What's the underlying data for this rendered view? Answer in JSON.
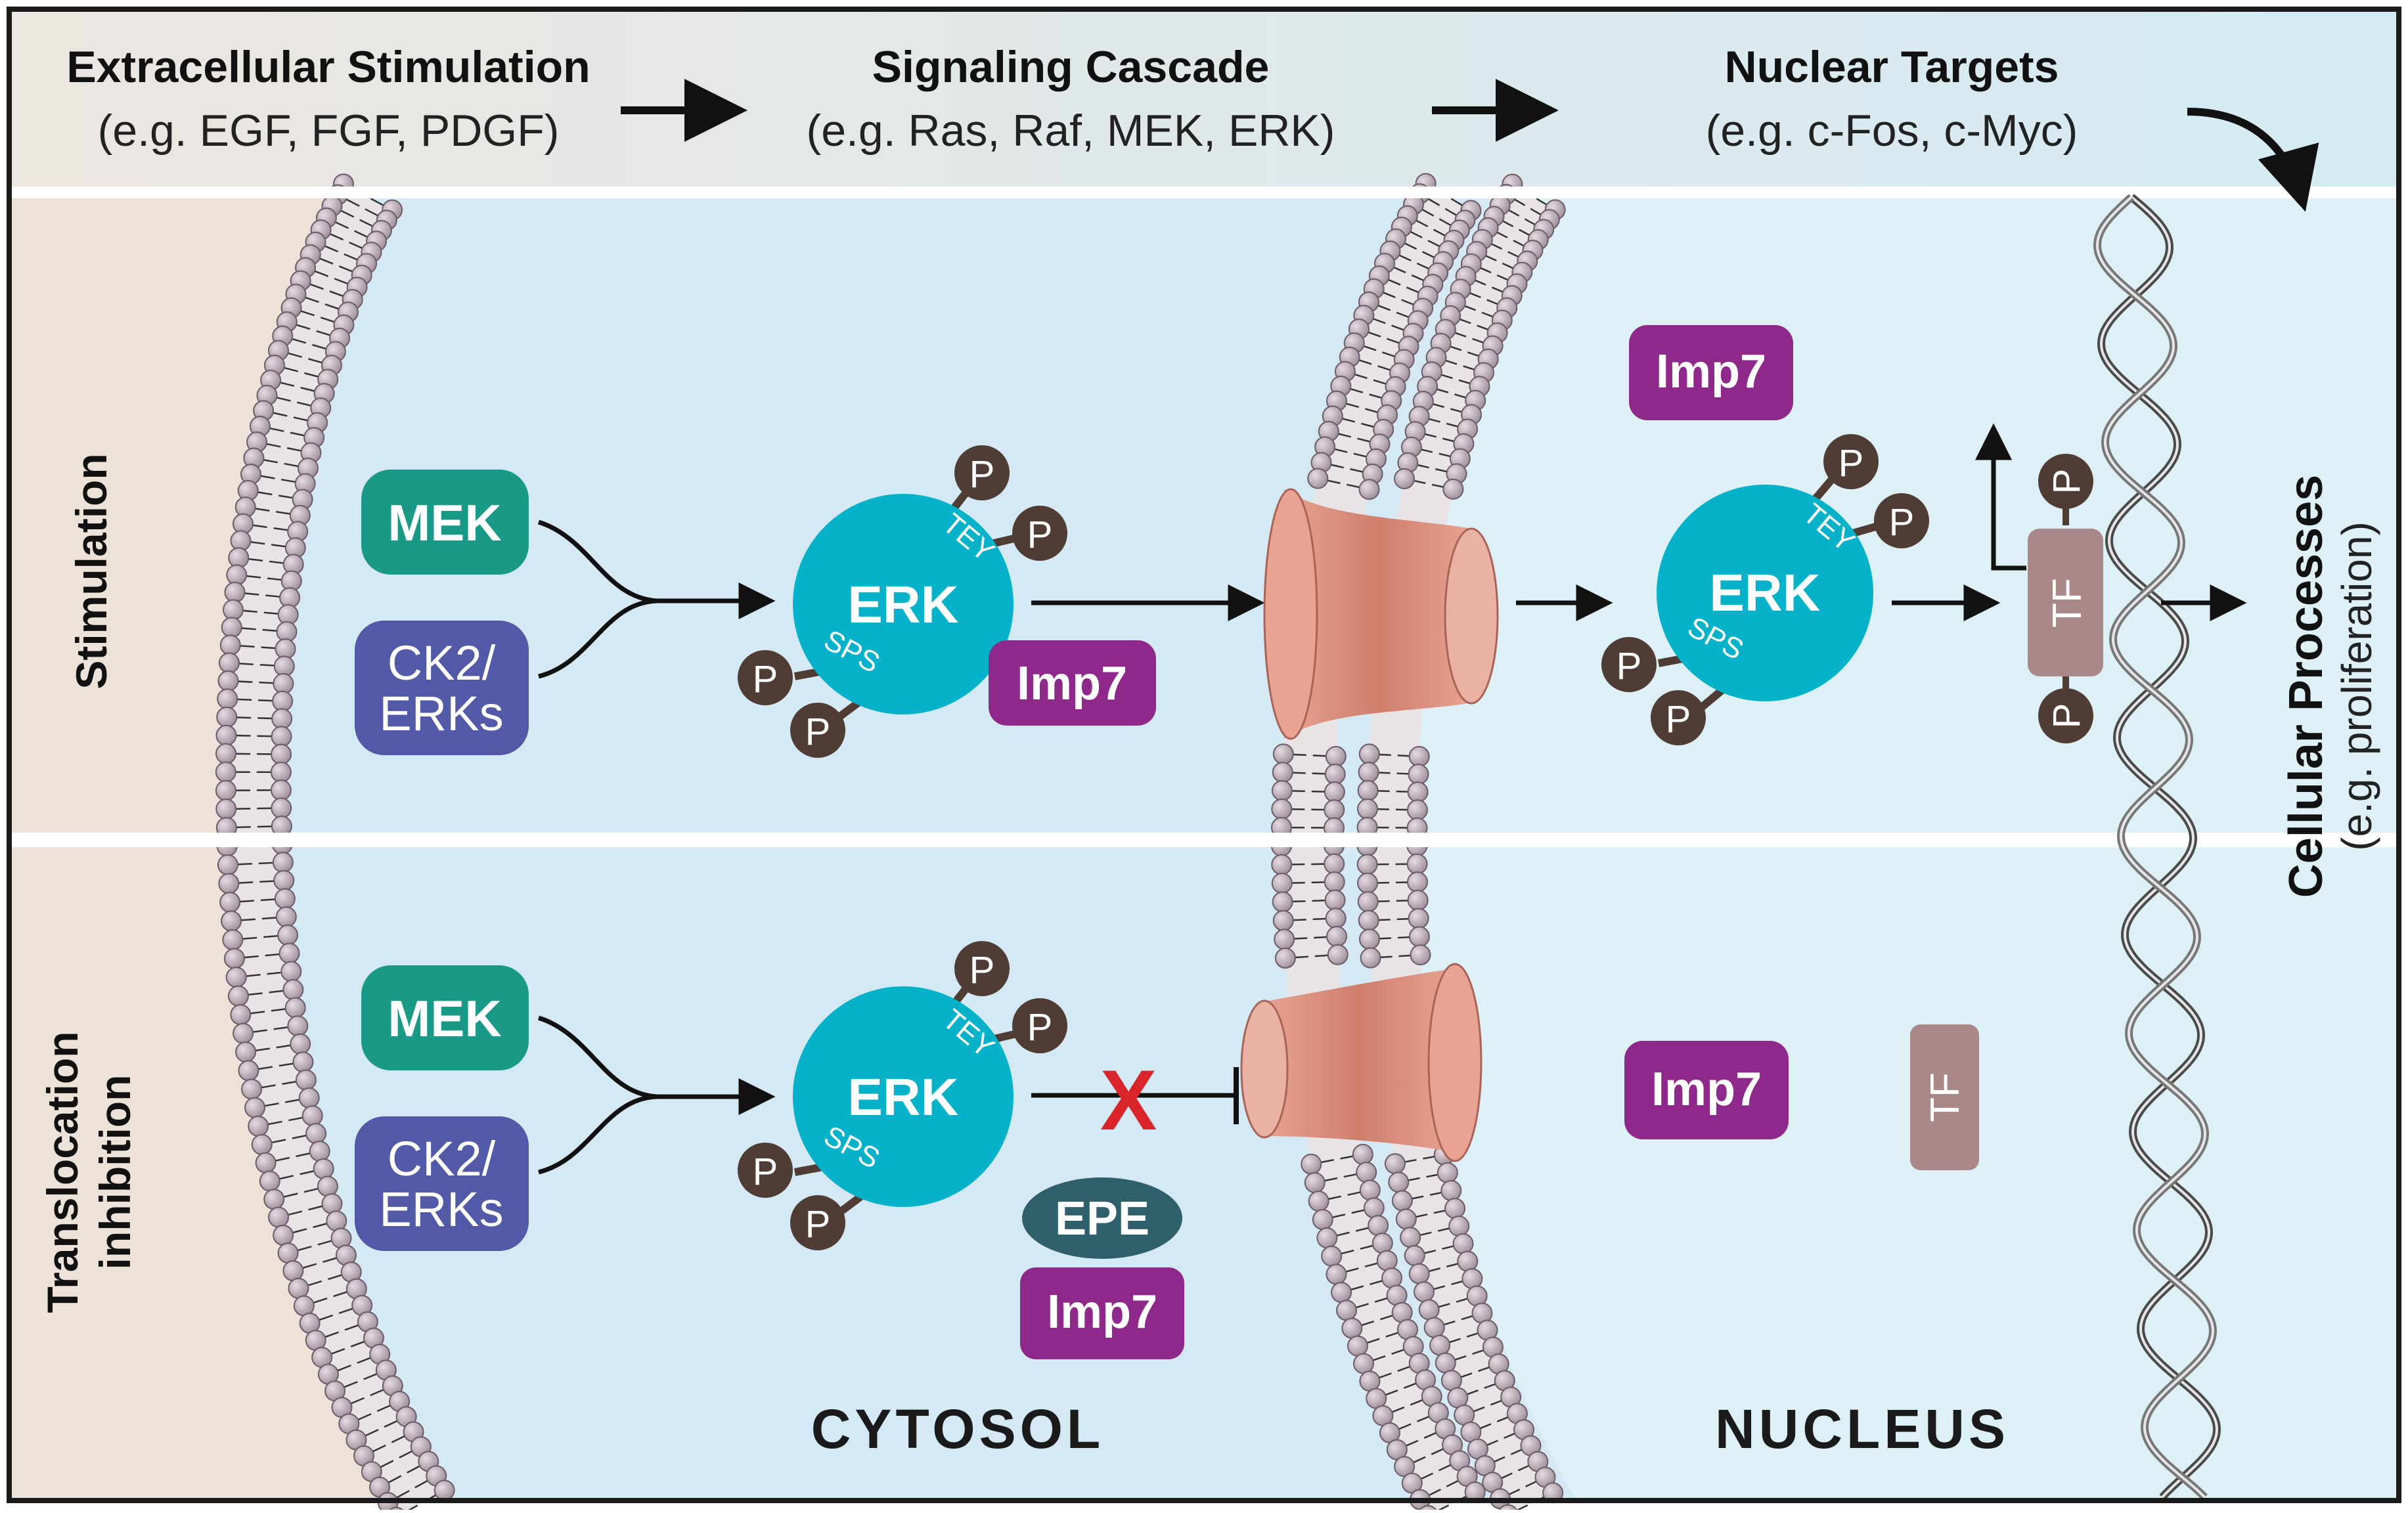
{
  "header": {
    "col1_title": "Extracellular Stimulation",
    "col1_sub": "(e.g. EGF, FGF, PDGF)",
    "col2_title": "Signaling Cascade",
    "col2_sub": "(e.g. Ras, Raf, MEK, ERK)",
    "col3_title": "Nuclear Targets",
    "col3_sub": "(e.g. c-Fos, c-Myc)"
  },
  "rows": {
    "stimulation": "Stimulation",
    "inhibition_line1": "Translocation",
    "inhibition_line2": "inhibition"
  },
  "right_label": {
    "title": "Cellular Processes",
    "sub": "(e.g. proliferation)"
  },
  "compartments": {
    "cytosol": "CYTOSOL",
    "nucleus": "NUCLEUS"
  },
  "molecules": {
    "mek": "MEK",
    "ck2_line1": "CK2/",
    "ck2_line2": "ERKs",
    "erk": "ERK",
    "tey": "TEY",
    "sps": "SPS",
    "p": "P",
    "imp7": "Imp7",
    "epe": "EPE",
    "tf": "TF",
    "block_mark": "X"
  },
  "colors": {
    "extracellular": "#ede2d8",
    "cytosol": "#d4e9f3",
    "nucleus": "#dcf0f5",
    "mek": "#1a9a86",
    "ck2": "#5259a6",
    "erk": "#06b2c9",
    "imp7": "#8e288a",
    "epe": "#2f5f6a",
    "tf": "#a88888",
    "phospho": "#4f3c34",
    "pore": "#e39583",
    "block": "#d9252a"
  }
}
